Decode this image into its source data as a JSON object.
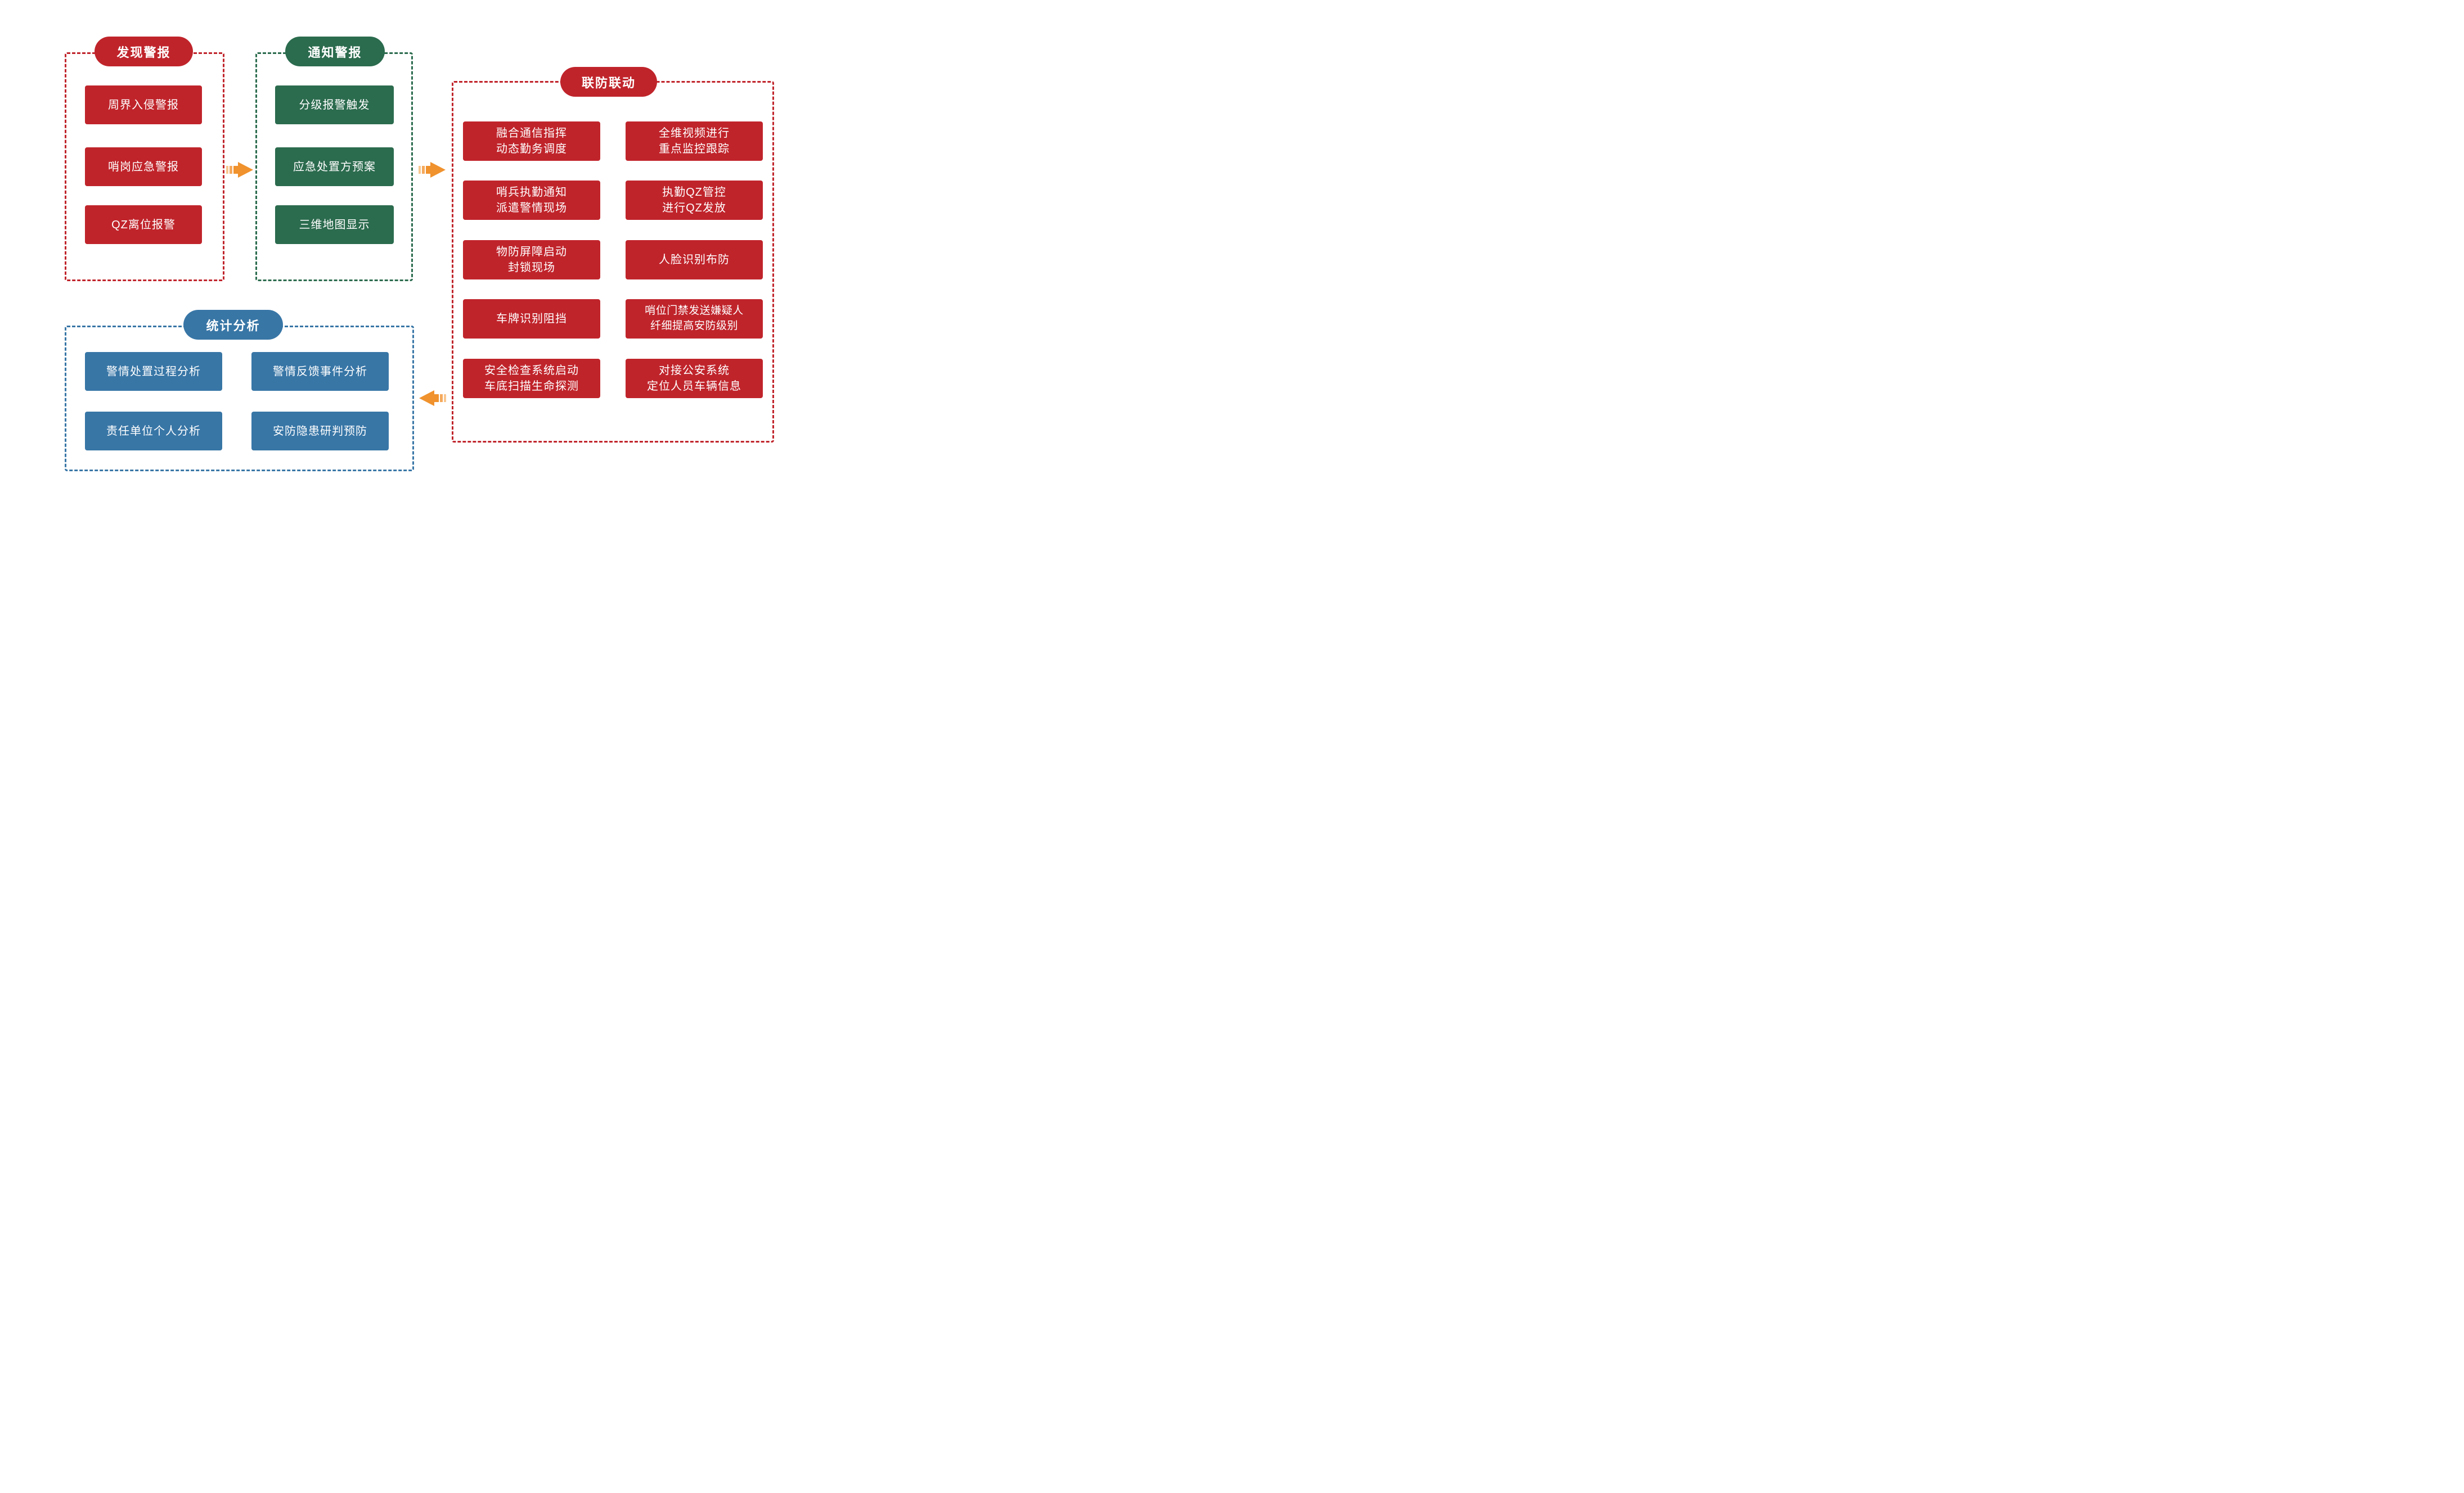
{
  "colors": {
    "red": "#C0242B",
    "green": "#2B6B4E",
    "blue": "#3876A6",
    "orange": "#F0922D",
    "orange_mid": "#F5A95C",
    "orange_light": "#F8C78F",
    "bg": "#FFFFFF",
    "text_on_fill": "#FFFFFF"
  },
  "discover": {
    "title": "发现警报",
    "boxes": [
      "周界入侵警报",
      "哨岗应急警报",
      "QZ离位报警"
    ]
  },
  "notify": {
    "title": "通知警报",
    "boxes": [
      "分级报警触发",
      "应急处置方预案",
      "三维地图显示"
    ]
  },
  "joint": {
    "title": "联防联动",
    "boxes": [
      "融合通信指挥\n动态勤务调度",
      "全维视频进行\n重点监控跟踪",
      "哨兵执勤通知\n派遣警情现场",
      "执勤QZ管控\n进行QZ发放",
      "物防屏障启动\n封锁现场",
      "人脸识别布防",
      "车牌识别阻挡",
      "哨位门禁发送嫌疑人\n纤细提高安防级别",
      "安全检查系统启动\n车底扫描生命探测",
      "对接公安系统\n定位人员车辆信息"
    ]
  },
  "stats": {
    "title": "统计分析",
    "boxes": [
      "警情处置过程分析",
      "警情反馈事件分析",
      "责任单位个人分析",
      "安防隐患研判预防"
    ]
  },
  "icons": {
    "arrow_right_1": "flow-arrow-right",
    "arrow_right_2": "flow-arrow-right",
    "arrow_left_1": "flow-arrow-left"
  }
}
